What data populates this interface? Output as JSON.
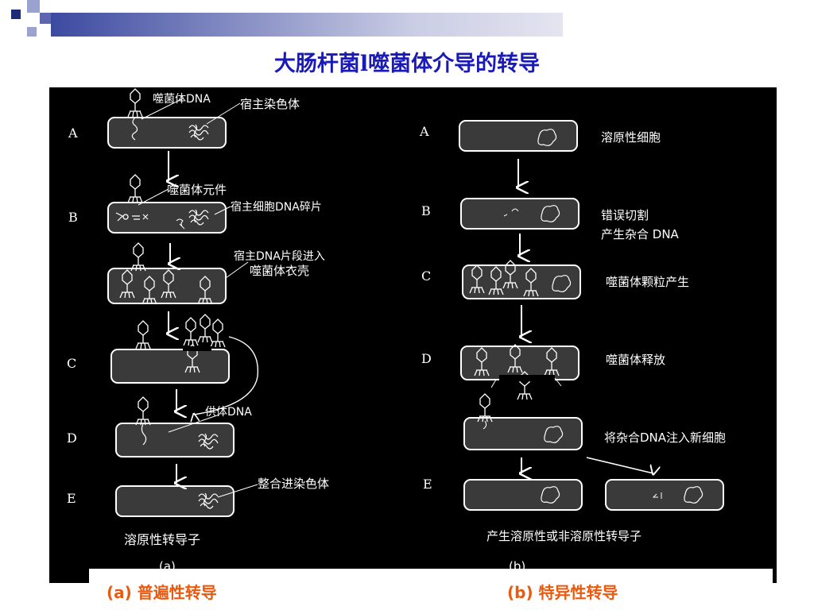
{
  "title": "大肠杆菌l噬菌体介导的转导",
  "left": {
    "steps": [
      "A",
      "B",
      "",
      "C",
      "D",
      "E"
    ],
    "labels": {
      "phage_dna": "噬菌体DNA",
      "host_chromosome": "宿主染色体",
      "phage_parts": "噬菌体元件",
      "host_dna_fragments": "宿主细胞DNA碎片",
      "host_dna_enter": "宿主DNA片段进入",
      "phage_coat": "噬菌体衣壳",
      "donor_dna": "供体DNA",
      "integrate": "整合进染色体",
      "result": "溶原性转导子",
      "sub": "(a)"
    }
  },
  "right": {
    "steps": [
      "A",
      "B",
      "C",
      "D",
      "E"
    ],
    "labels": {
      "lysogenic_cell": "溶原性细胞",
      "wrong_cut": "错误切割",
      "hybrid_dna": "产生杂合 DNA",
      "particles": "噬菌体颗粒产生",
      "release": "噬菌体释放",
      "inject": "将杂合DNA注入新细胞",
      "result": "产生溶原性或非溶原性转导子",
      "sub": "(b)"
    }
  },
  "captions": {
    "a": "(a) 普遍性转导",
    "b": "(b) 特异性转导"
  },
  "colors": {
    "title": "#1a1ab8",
    "caption": "#e85a10",
    "panel": "#000000"
  }
}
